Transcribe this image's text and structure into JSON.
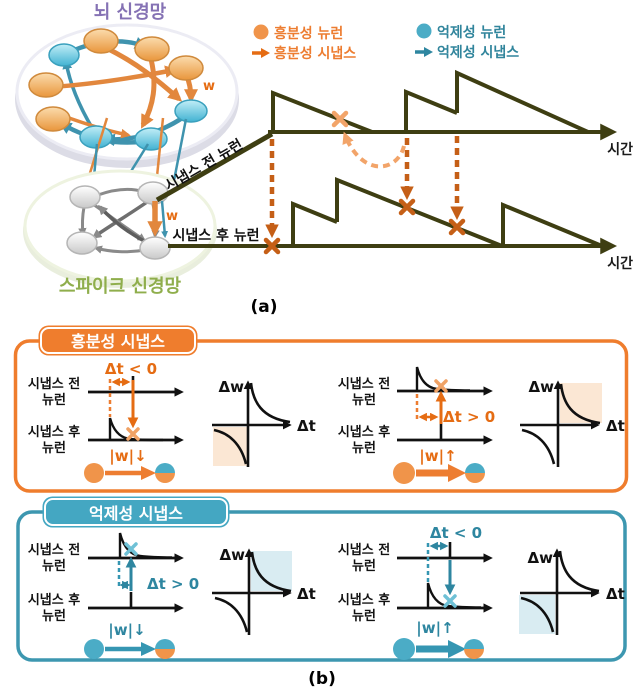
{
  "panel_a": {
    "label": "(a)",
    "brain_title": "뇌 신경망",
    "snn_title": "스파이크 신경망",
    "pre_neuron_label": "시냅스 전 뉴런",
    "post_neuron_label": "시냅스 후 뉴런",
    "w_upper": "w",
    "w_lower": "w",
    "time_top": "시간",
    "time_bottom": "시간",
    "legend": {
      "exc_neuron": "흥분성 뉴런",
      "exc_synapse": "흥분성 시냅스",
      "inh_neuron": "억제성 뉴런",
      "inh_synapse": "억제성 시냅스"
    }
  },
  "panel_b": {
    "label": "(b)",
    "pre_line1": "시냅스 전",
    "pre_line2": "뉴런",
    "post_line1": "시냅스 후",
    "post_line2": "뉴런",
    "dw_axis": "Δw",
    "dt_axis": "Δt",
    "excitatory": {
      "title": "흥분성 시냅스",
      "case_negative": {
        "dt_label": "Δt < 0",
        "weight_label": "|w|↓"
      },
      "case_positive": {
        "dt_label": "Δt > 0",
        "weight_label": "|w|↑"
      }
    },
    "inhibitory": {
      "title": "억제성 시냅스",
      "case_positive": {
        "dt_label": "Δt > 0",
        "weight_label": "|w|↓"
      },
      "case_negative": {
        "dt_label": "Δt < 0",
        "weight_label": "|w|↑"
      }
    }
  },
  "colors": {
    "excitatory_orange": "#ED7D31",
    "excitatory_dark": "#C55F17",
    "excitatory_light": "#F2A469",
    "excitatory_shade": "#FBE7D4",
    "inhibitory_teal": "#31859C",
    "inhibitory_fill": "#4BACC6",
    "inhibitory_shade": "#D9ECF2",
    "spike_trace_olive": "#3E3E12",
    "brain_title_purple": "#8572B4",
    "snn_title_green": "#8FAE4C"
  }
}
